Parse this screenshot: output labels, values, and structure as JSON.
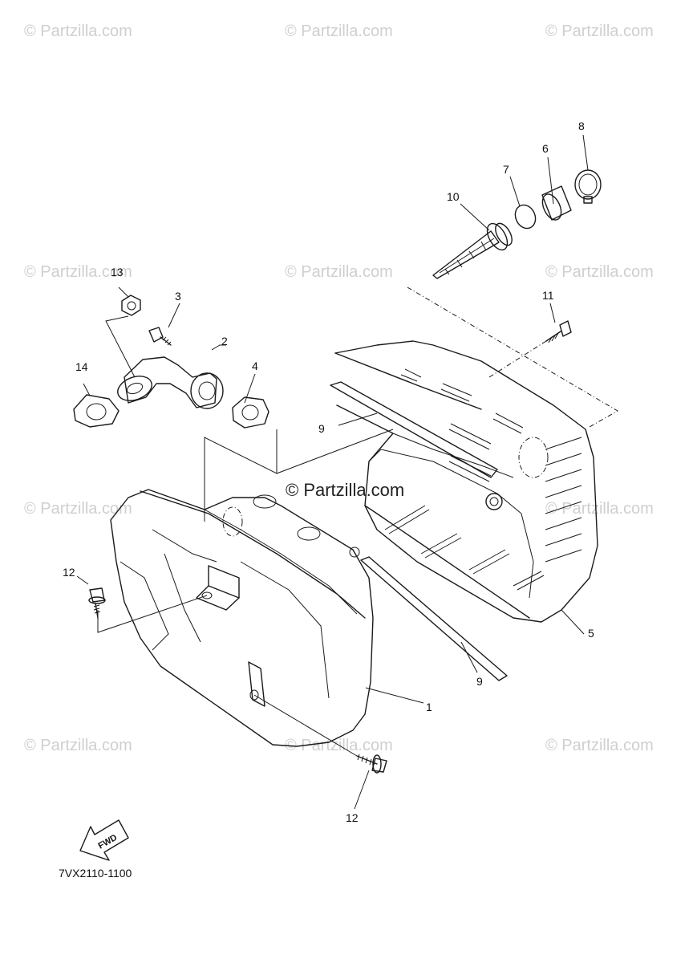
{
  "watermark": "© Partzilla.com",
  "watermark_center": "© Partzilla.com",
  "diagram_code": "7VX2110-1100",
  "fwd_label": "FWD",
  "callouts": {
    "c1": "1",
    "c2": "2",
    "c3": "3",
    "c4": "4",
    "c5": "5",
    "c6": "6",
    "c7": "7",
    "c8": "8",
    "c9a": "9",
    "c9b": "9",
    "c10": "10",
    "c11": "11",
    "c12a": "12",
    "c12b": "12",
    "c13": "13",
    "c14": "14"
  },
  "colors": {
    "line": "#1a1a1a",
    "watermark": "#cfcfcf"
  }
}
